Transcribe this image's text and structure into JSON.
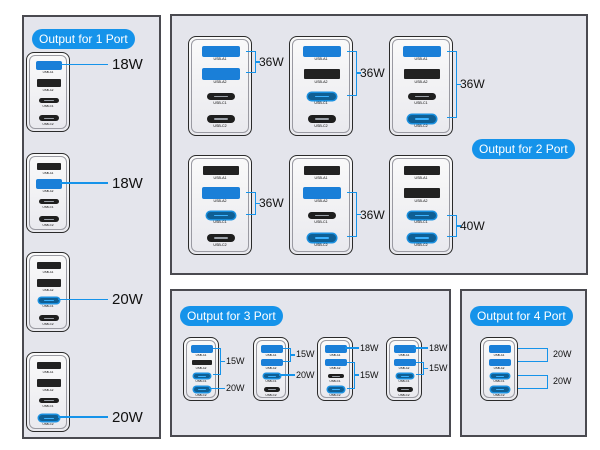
{
  "panels": {
    "one_port": {
      "title": "Output for 1 Port",
      "items": [
        {
          "active": "A1",
          "watt": "18W"
        },
        {
          "active": "A2",
          "watt": "18W"
        },
        {
          "active": "C1",
          "watt": "20W"
        },
        {
          "active": "C2",
          "watt": "20W"
        }
      ]
    },
    "two_port": {
      "title": "Output for 2 Port",
      "items": [
        {
          "active": [
            "A1",
            "A2"
          ],
          "watt": "36W"
        },
        {
          "active": [
            "A1",
            "C1"
          ],
          "watt": "36W"
        },
        {
          "active": [
            "A1",
            "C2"
          ],
          "watt": "36W"
        },
        {
          "active": [
            "A2",
            "C1"
          ],
          "watt": "36W"
        },
        {
          "active": [
            "A2",
            "C2"
          ],
          "watt": "36W"
        },
        {
          "active": [
            "C1",
            "C2"
          ],
          "watt": "40W"
        }
      ]
    },
    "three_port": {
      "title": "Output for 3 Port",
      "items": [
        {
          "active": [
            "A1",
            "C1",
            "C2"
          ],
          "watt_a": "15W",
          "watt_b": "20W"
        },
        {
          "active": [
            "A1",
            "A2",
            "C1"
          ],
          "watt_a": "15W",
          "watt_b": "20W"
        },
        {
          "active": [
            "A1",
            "A2",
            "C2"
          ],
          "watt_a": "18W",
          "watt_b": "15W"
        },
        {
          "active": [
            "A1",
            "A2",
            "C1"
          ],
          "watt_a": "18W",
          "watt_b": "15W"
        }
      ]
    },
    "four_port": {
      "title": "Output for 4 Port",
      "items": [
        {
          "active": [
            "A1",
            "A2",
            "C1",
            "C2"
          ],
          "watt_a": "20W",
          "watt_b": "20W"
        }
      ]
    }
  },
  "port_labels": {
    "A1": "USB-A1",
    "A2": "USB-A2",
    "C1": "USB-C1",
    "C2": "USB-C2"
  },
  "colors": {
    "accent": "#1593ea",
    "panel_bg": "#e4e5ec",
    "border": "#4a4a50"
  }
}
